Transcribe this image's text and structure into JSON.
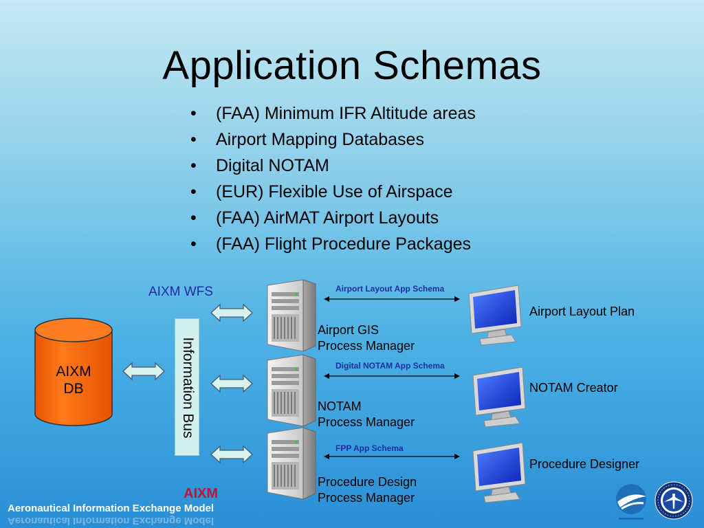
{
  "title": "Application Schemas",
  "bullets": [
    "(FAA) Minimum IFR Altitude areas",
    "Airport Mapping Databases",
    "Digital NOTAM",
    "(EUR) Flexible Use of Airspace",
    "(FAA) AirMAT Airport Layouts",
    "(FAA) Flight Procedure Packages"
  ],
  "bullet_glyph": "•",
  "diagram": {
    "wfs_label": "AIXM WFS",
    "database": {
      "line1": "AIXM",
      "line2": "DB",
      "color": "#ff6a00"
    },
    "bus_label": "Information Bus",
    "servers": [
      {
        "line1": "Airport GIS",
        "line2": "Process Manager"
      },
      {
        "line1": "NOTAM",
        "line2": "Process Manager"
      },
      {
        "line1": "Procedure Design",
        "line2": "Process Manager"
      }
    ],
    "schemas": [
      "Airport Layout App Schema",
      "Digital NOTAM App Schema",
      "FPP App Schema"
    ],
    "clients": [
      "Airport Layout Plan",
      "NOTAM Creator",
      "Procedure Designer"
    ]
  },
  "footer": {
    "logo_text": "AIXM",
    "text": "Aeronautical Information Exchange Model",
    "logo_color": "#c8102e"
  },
  "logos": [
    "eurocontrol-logo",
    "faa-seal-logo"
  ]
}
